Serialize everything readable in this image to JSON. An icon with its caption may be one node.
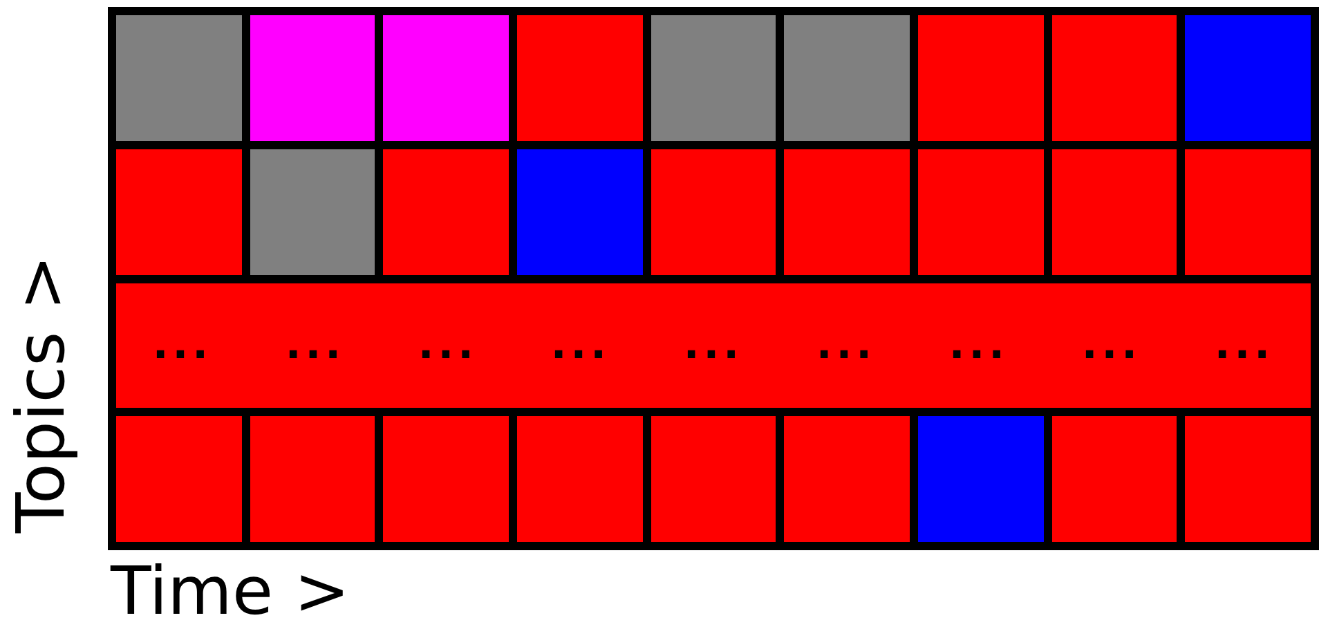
{
  "diagram": {
    "nodes": [
      {
        "text": [],
        "shape": "box"
      },
      {
        "text": [],
        "shape": "box"
      },
      {
        "text": [],
        "shape": "box"
      },
      {
        "text": [],
        "shape": "box"
      },
      {
        "text": [],
        "shape": "box"
      },
      {
        "text": [],
        "shape": "box"
      },
      {
        "text": [],
        "shape": "box"
      },
      {
        "text": [],
        "shape": "box"
      },
      {
        "text": [],
        "shape": "box"
      },
      {
        "text": [],
        "shape": "box"
      },
      {
        "text": [],
        "shape": "box"
      },
      {
        "text": [],
        "shape": "box"
      },
      {
        "text": [],
        "shape": "box"
      },
      {
        "text": [],
        "shape": "box"
      },
      {
        "text": [],
        "shape": "box"
      },
      {
        "text": [],
        "shape": "box"
      },
      {
        "text": [],
        "shape": "box"
      },
      {
        "text": [],
        "shape": "box"
      },
      {
        "text": [
          "...",
          "...",
          "...",
          "...",
          "...",
          "...",
          "...",
          "...",
          "..."
        ]
      },
      {
        "text": [],
        "shape": "box"
      },
      {
        "text": [],
        "shape": "box"
      },
      {
        "text": [],
        "shape": "box"
      },
      {
        "text": [],
        "shape": "box"
      },
      {
        "text": [],
        "shape": "box"
      },
      {
        "text": [],
        "shape": "box"
      },
      {
        "text": [],
        "shape": "box"
      },
      {
        "text": [],
        "shape": "box"
      },
      {
        "text": [],
        "shape": "box"
      }
    ],
    "labels": [
      "Topics >",
      "Time >"
    ]
  }
}
